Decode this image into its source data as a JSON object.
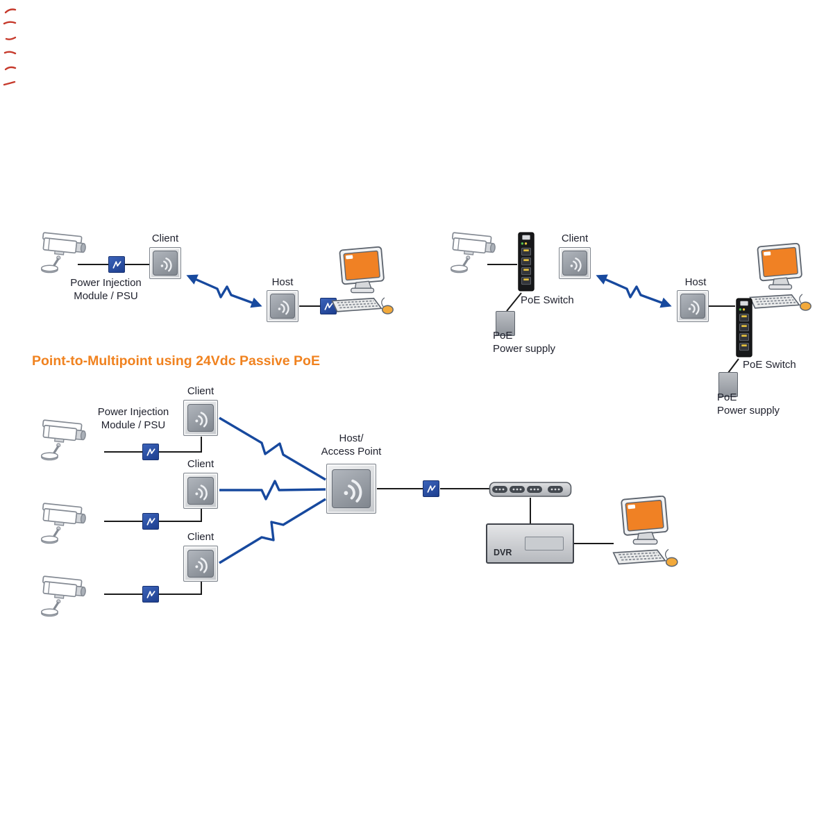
{
  "heading": {
    "text": "Point-to-Multipoint using 24Vdc Passive PoE"
  },
  "labels": {
    "client": "Client",
    "host": "Host",
    "host_ap_line1": "Host/",
    "host_ap_line2": "Access Point",
    "power_injection_line1": "Power Injection",
    "power_injection_line2": "Module / PSU",
    "poe_switch": "PoE Switch",
    "poe_line1": "PoE",
    "poe_line2": "Power supply",
    "dvr": "DVR"
  },
  "colors": {
    "heading_orange": "#F0821F",
    "wireless_link_blue": "#17499E",
    "injector_blue": "#2A4FA5",
    "monitor_screen_orange": "#F08124",
    "wire_black": "#1A1A1A",
    "margin_marks_red": "#C6392B",
    "label_text": "#20222E"
  },
  "icons": {
    "camera": "cctv-camera-icon",
    "radio_waves": "radio-waves-icon",
    "lightning_injector": "lightning-bolt-icon",
    "computer": "desktop-computer-icon",
    "poe_switch": "poe-switch-icon",
    "patch_panel": "patch-panel-icon",
    "wireless_link": "wireless-link-arrow-icon"
  }
}
